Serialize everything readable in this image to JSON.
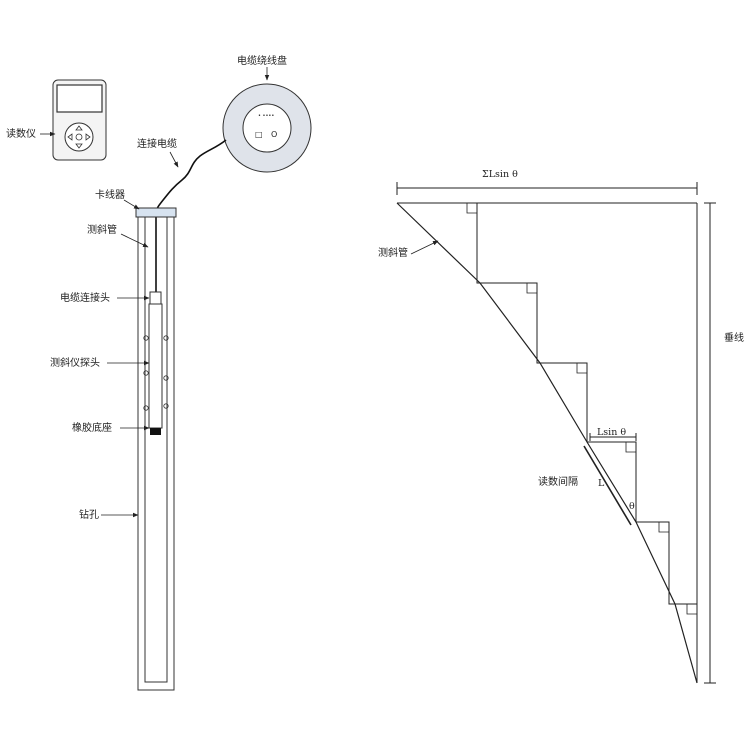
{
  "left_panel": {
    "reader_label": "读数仪",
    "reel_label": "电缆绕线盘",
    "reel_dots": "• ••••",
    "reel_button_left": "□",
    "reel_button_right": "O",
    "cable_label": "连接电缆",
    "clamp_label": "卡线器",
    "casing_label": "测斜管",
    "connector_label": "电缆连接头",
    "probe_label": "测斜仪探头",
    "base_label": "橡胶底座",
    "borehole_label": "钻孔"
  },
  "right_panel": {
    "sum_label": "ΣLsin θ",
    "casing_label": "测斜管",
    "vertical_label": "垂线",
    "step_label": "Lsin θ",
    "interval_label": "读数间隔",
    "length_label": "L",
    "angle_label": "θ"
  }
}
